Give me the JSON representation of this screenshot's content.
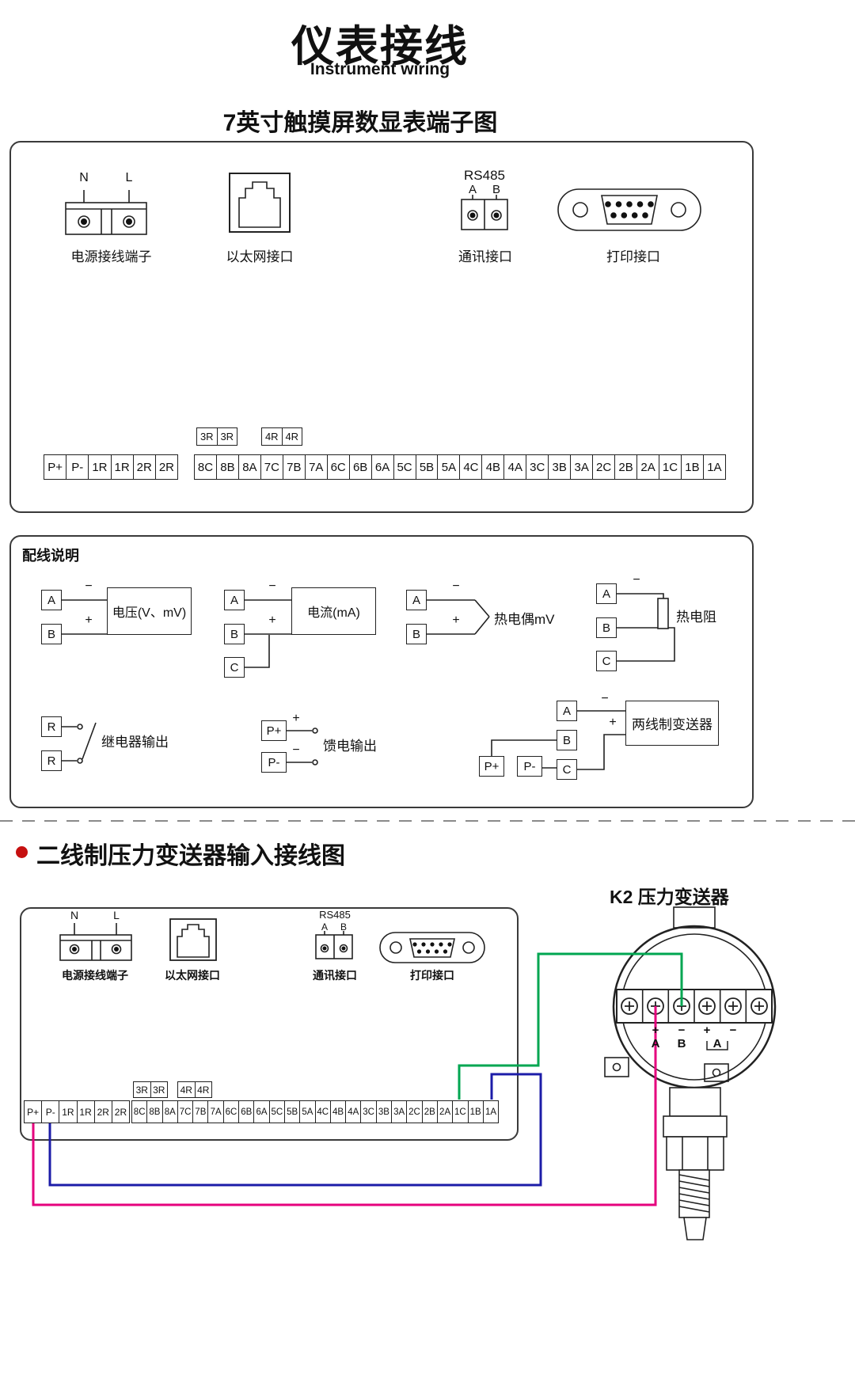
{
  "page": {
    "title": "仪表接线",
    "subtitle": "Instrument wiring"
  },
  "signs": {
    "plus": "+",
    "minus": "−"
  },
  "colors": {
    "wire_green": "#00a651",
    "wire_blue": "#1c1ca8",
    "wire_pink": "#e5007d",
    "bullet_red": "#c61010"
  },
  "section1": {
    "heading": "7英寸触摸屏数显表端子图",
    "power": {
      "label": "电源接线端子",
      "pin_n": "N",
      "pin_l": "L"
    },
    "ethernet": {
      "label": "以太网接口"
    },
    "comm": {
      "label": "通讯接口",
      "bus": "RS485",
      "pin_a": "A",
      "pin_b": "B"
    },
    "printer": {
      "label": "打印接口"
    },
    "relay_group1": [
      "3R",
      "3R"
    ],
    "relay_group2": [
      "4R",
      "4R"
    ],
    "left_strip": [
      "P+",
      "P-",
      "1R",
      "1R",
      "2R",
      "2R"
    ],
    "main_strip": [
      "8C",
      "8B",
      "8A",
      "7C",
      "7B",
      "7A",
      "6C",
      "6B",
      "6A",
      "5C",
      "5B",
      "5A",
      "4C",
      "4B",
      "4A",
      "3C",
      "3B",
      "3A",
      "2C",
      "2B",
      "2A",
      "1C",
      "1B",
      "1A"
    ]
  },
  "section2": {
    "heading": "配线说明",
    "voltage": {
      "a": "A",
      "b": "B",
      "label": "电压(V、mV)"
    },
    "current": {
      "a": "A",
      "b": "B",
      "c": "C",
      "label": "电流(mA)"
    },
    "thermocouple": {
      "a": "A",
      "b": "B",
      "label": "热电偶mV"
    },
    "rtd": {
      "a": "A",
      "b": "B",
      "c": "C",
      "label": "热电阻"
    },
    "relay": {
      "r1": "R",
      "r2": "R",
      "label": "继电器输出"
    },
    "feed": {
      "p_plus": "P+",
      "p_minus": "P-",
      "label": "馈电输出"
    },
    "transmitter2w": {
      "p_plus": "P+",
      "p_minus": "P-",
      "a": "A",
      "b": "B",
      "c": "C",
      "label": "两线制变送器"
    }
  },
  "section3": {
    "heading": "二线制压力变送器输入接线图",
    "k2_title": "K2 压力变送器",
    "power": {
      "label": "电源接线端子",
      "pin_n": "N",
      "pin_l": "L"
    },
    "ethernet": {
      "label": "以太网接口"
    },
    "comm": {
      "label": "通讯接口",
      "bus": "RS485",
      "pin_a": "A",
      "pin_b": "B"
    },
    "printer": {
      "label": "打印接口"
    },
    "relay_group1": [
      "3R",
      "3R"
    ],
    "relay_group2": [
      "4R",
      "4R"
    ],
    "left_strip": [
      "P+",
      "P-",
      "1R",
      "1R",
      "2R",
      "2R"
    ],
    "main_strip": [
      "8C",
      "8B",
      "8A",
      "7C",
      "7B",
      "7A",
      "6C",
      "6B",
      "6A",
      "5C",
      "5B",
      "5A",
      "4C",
      "4B",
      "4A",
      "3C",
      "3B",
      "3A",
      "2C",
      "2B",
      "2A",
      "1C",
      "1B",
      "1A"
    ],
    "k2": {
      "polarity": [
        "+",
        "−",
        "+",
        "−"
      ],
      "pins": [
        "A",
        "B",
        "A"
      ]
    }
  }
}
